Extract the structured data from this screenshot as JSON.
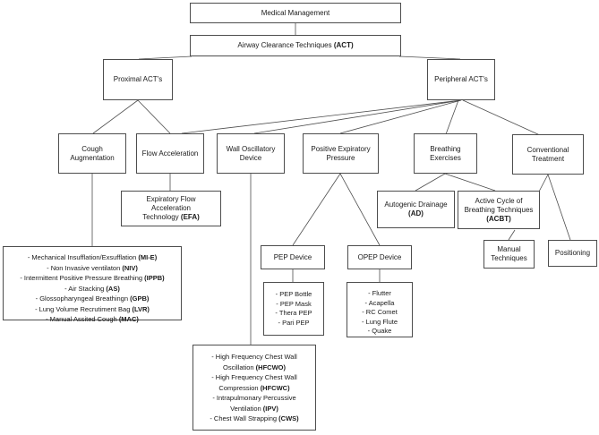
{
  "colors": {
    "box_border": "#4d4d4d",
    "line": "#4d4d4d",
    "text": "#1a1a1a",
    "background": "#ffffff"
  },
  "nodes": {
    "medical_management": {
      "label": "Medical Management"
    },
    "act": {
      "label": "Airway Clearance Techniques ",
      "abbr": "(ACT)"
    },
    "proximal": {
      "label": "Proximal ACT's"
    },
    "peripheral": {
      "label": "Peripheral ACT's"
    },
    "cough_augmentation": {
      "label": "Cough Augmentation"
    },
    "flow_acceleration": {
      "label": "Flow Acceleration"
    },
    "wall_oscillatory_device": {
      "label": "Wall Oscillatory Device"
    },
    "positive_expiratory_pressure": {
      "label": "Positive Expiratory Pressure"
    },
    "breathing_exercises": {
      "label": "Breathing Exercises"
    },
    "conventional_treatment": {
      "label": "Conventional Treatment"
    },
    "efa": {
      "label": "Expiratory Flow Acceleration Technology ",
      "abbr": "(EFA)"
    },
    "autogenic_drainage": {
      "label": "Autogenic Drainage ",
      "abbr": "(AD)"
    },
    "acbt": {
      "label": "Active Cycle of Breathing Techniques ",
      "abbr": "(ACBT)"
    },
    "manual_techniques": {
      "label": "Manual Techniques"
    },
    "positioning": {
      "label": "Positioning"
    },
    "pep_device": {
      "label": "PEP Device"
    },
    "opep_device": {
      "label": "OPEP Device"
    }
  },
  "lists": {
    "cough_augmentation_methods": {
      "items": [
        {
          "text": "- Mechanical Insufflation/Exsufflation ",
          "abbr": "(MI-E)"
        },
        {
          "text": "- Non Invasive ventilaton ",
          "abbr": "(NIV)"
        },
        {
          "text": "- Intermittent Positive Pressure Breathing ",
          "abbr": "(IPPB)"
        },
        {
          "text": "- Air Stacking ",
          "abbr": "(AS)"
        },
        {
          "text": "- Glossopharyngeal Breathingn ",
          "abbr": "(GPB)"
        },
        {
          "text": "- Lung Volume Recrutiment Bag ",
          "abbr": "(LVR)"
        },
        {
          "text": "- Manual Assited Cough ",
          "abbr": "(MAC)"
        }
      ]
    },
    "pep_device_models": {
      "items": [
        "- PEP Bottle",
        "- PEP Mask",
        "- Thera PEP",
        "- Pari PEP"
      ]
    },
    "opep_device_models": {
      "items": [
        "- Flutter",
        "- Acapella",
        "- RC Comet",
        "- Lung Flute",
        "- Quake"
      ]
    },
    "wall_oscillatory_methods": {
      "items": [
        {
          "text": "- High Frequency Chest Wall Oscillation ",
          "abbr": "(HFCWO)"
        },
        {
          "text": "- High Frequency Chest Wall Compression ",
          "abbr": "(HFCWC)"
        },
        {
          "text": "- Intrapulmonary Percussive Ventilation ",
          "abbr": "(IPV)"
        },
        {
          "text": "- Chest Wall Strapping ",
          "abbr": "(CWS)"
        }
      ]
    }
  },
  "edges": [
    [
      "medical_management",
      "act"
    ],
    [
      "act",
      "proximal"
    ],
    [
      "act",
      "peripheral"
    ],
    [
      "proximal",
      "cough_augmentation"
    ],
    [
      "proximal",
      "flow_acceleration"
    ],
    [
      "peripheral",
      "flow_acceleration"
    ],
    [
      "peripheral",
      "wall_oscillatory_device"
    ],
    [
      "peripheral",
      "positive_expiratory_pressure"
    ],
    [
      "peripheral",
      "breathing_exercises"
    ],
    [
      "peripheral",
      "conventional_treatment"
    ],
    [
      "cough_augmentation",
      "cough_augmentation_methods"
    ],
    [
      "flow_acceleration",
      "efa"
    ],
    [
      "wall_oscillatory_device",
      "wall_oscillatory_methods"
    ],
    [
      "positive_expiratory_pressure",
      "pep_device"
    ],
    [
      "positive_expiratory_pressure",
      "opep_device"
    ],
    [
      "pep_device",
      "pep_device_models"
    ],
    [
      "opep_device",
      "opep_device_models"
    ],
    [
      "breathing_exercises",
      "autogenic_drainage"
    ],
    [
      "breathing_exercises",
      "acbt"
    ],
    [
      "conventional_treatment",
      "acbt"
    ],
    [
      "conventional_treatment",
      "positioning"
    ],
    [
      "acbt",
      "manual_techniques"
    ]
  ]
}
